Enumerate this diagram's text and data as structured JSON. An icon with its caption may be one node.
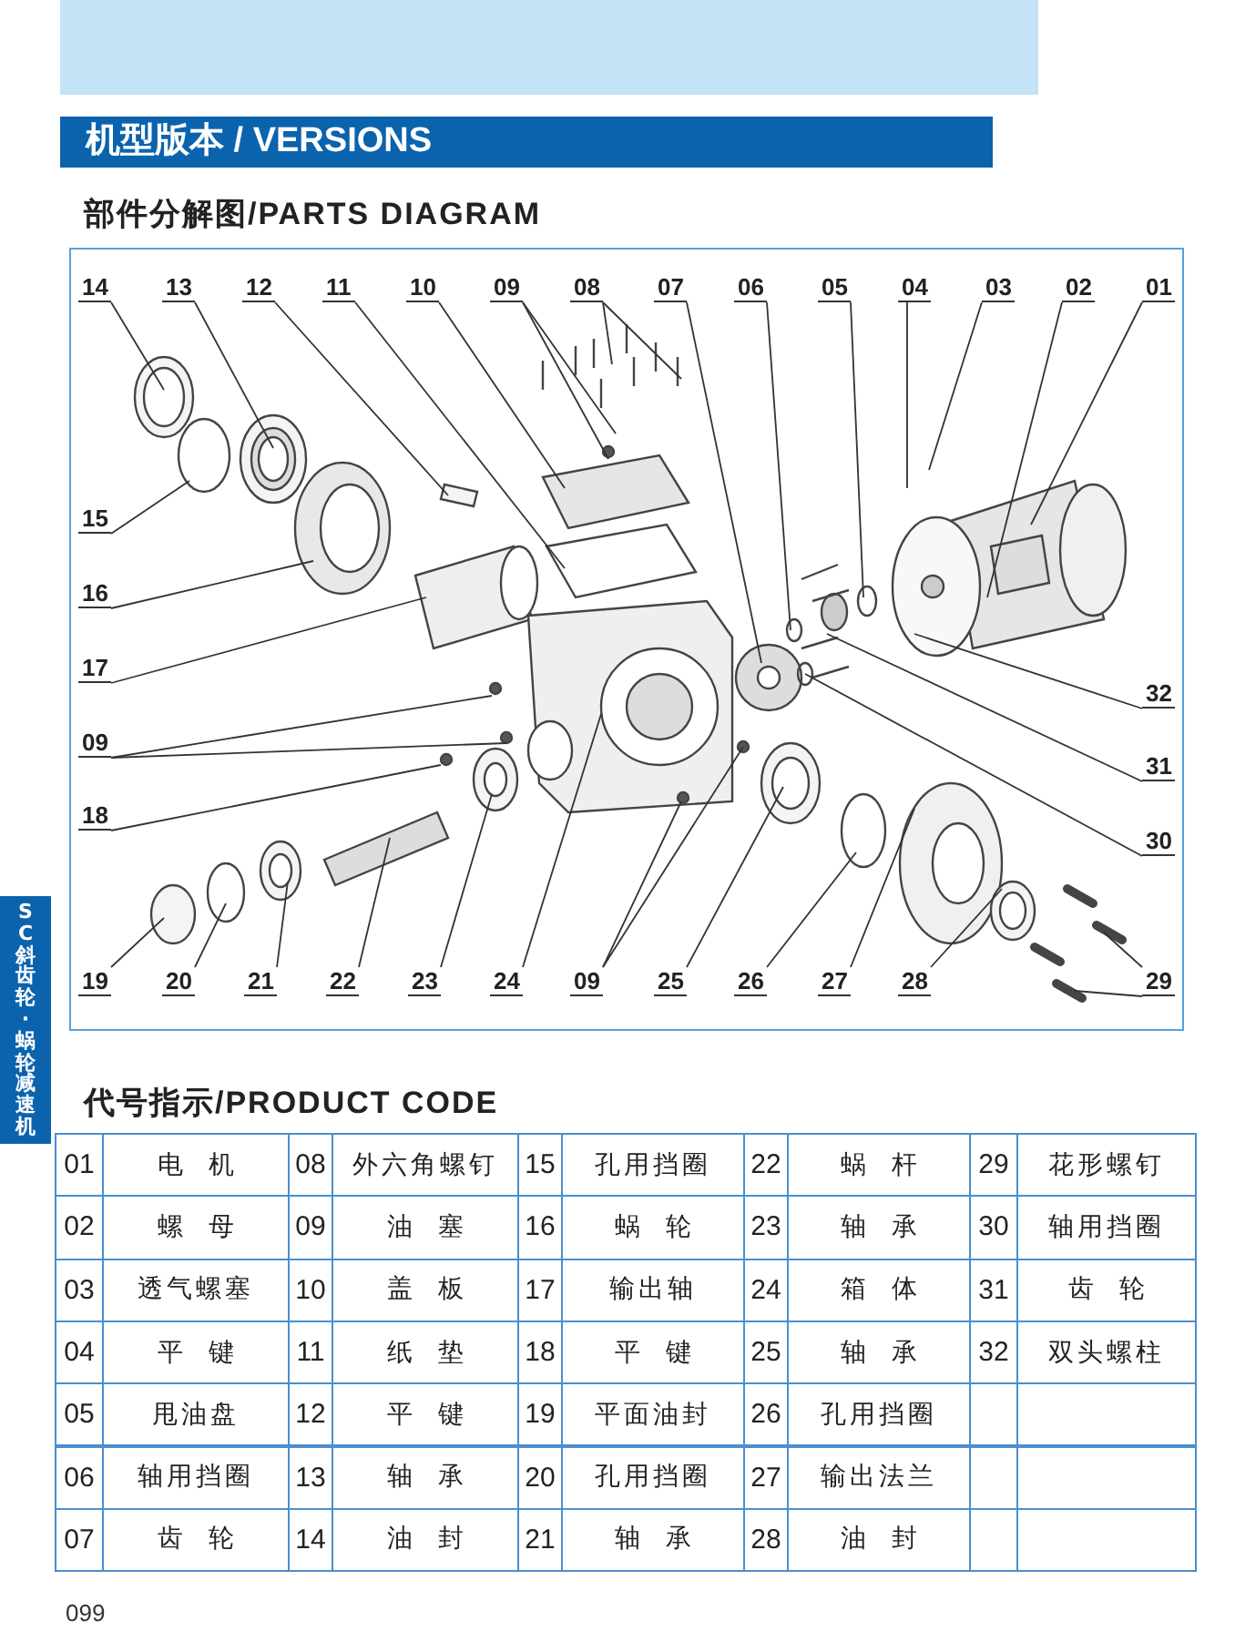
{
  "diagram": {
    "title": "机型版本 / VERSIONS",
    "nodes": [
      {
        "text": [
          "14"
        ]
      },
      {
        "text": [
          "13"
        ]
      },
      {
        "text": [
          "12"
        ]
      },
      {
        "text": [
          "11"
        ]
      },
      {
        "text": [
          "10"
        ]
      },
      {
        "text": [
          "09"
        ]
      },
      {
        "text": [
          "08"
        ]
      },
      {
        "text": [
          "07"
        ]
      },
      {
        "text": [
          "06"
        ]
      },
      {
        "text": [
          "05"
        ]
      },
      {
        "text": [
          "04"
        ]
      },
      {
        "text": [
          "03"
        ]
      },
      {
        "text": [
          "02"
        ]
      },
      {
        "text": [
          "01"
        ]
      },
      {
        "text": [
          "15"
        ]
      },
      {
        "text": [
          "16"
        ]
      },
      {
        "text": [
          "17"
        ]
      },
      {
        "text": [
          "09"
        ]
      },
      {
        "text": [
          "18"
        ]
      },
      {
        "text": [
          "32"
        ]
      },
      {
        "text": [
          "31"
        ]
      },
      {
        "text": [
          "30"
        ]
      },
      {
        "text": [
          "19"
        ]
      },
      {
        "text": [
          "20"
        ]
      },
      {
        "text": [
          "21"
        ]
      },
      {
        "text": [
          "22"
        ]
      },
      {
        "text": [
          "23"
        ]
      },
      {
        "text": [
          "24"
        ]
      },
      {
        "text": [
          "09"
        ]
      },
      {
        "text": [
          "25"
        ]
      },
      {
        "text": [
          "26"
        ]
      },
      {
        "text": [
          "27"
        ]
      },
      {
        "text": [
          "28"
        ]
      },
      {
        "text": [
          "29"
        ]
      }
    ],
    "edges": [
      {
        "from": 0,
        "to": null,
        "arrow": "none"
      },
      {
        "from": 1,
        "to": null,
        "arrow": "none"
      },
      {
        "from": 2,
        "to": null,
        "arrow": "none"
      },
      {
        "from": 3,
        "to": null,
        "arrow": "none"
      },
      {
        "from": 4,
        "to": null,
        "arrow": "none"
      },
      {
        "from": 5,
        "to": null,
        "arrow": "none"
      },
      {
        "from": 5,
        "to": null,
        "arrow": "none"
      },
      {
        "from": 6,
        "to": null,
        "arrow": "none"
      },
      {
        "from": 6,
        "to": null,
        "arrow": "none"
      },
      {
        "from": 7,
        "to": null,
        "arrow": "none"
      },
      {
        "from": 8,
        "to": null,
        "arrow": "none"
      },
      {
        "from": 9,
        "to": null,
        "arrow": "none"
      },
      {
        "from": 10,
        "to": null,
        "arrow": "none"
      },
      {
        "from": 11,
        "to": null,
        "arrow": "none"
      },
      {
        "from": 12,
        "to": null,
        "arrow": "none"
      },
      {
        "from": 13,
        "to": null,
        "arrow": "none"
      },
      {
        "from": 14,
        "to": null,
        "arrow": "none"
      },
      {
        "from": 15,
        "to": null,
        "arrow": "none"
      },
      {
        "from": 16,
        "to": null,
        "arrow": "none"
      },
      {
        "from": 17,
        "to": null,
        "arrow": "none"
      },
      {
        "from": 17,
        "to": null,
        "arrow": "none"
      },
      {
        "from": 18,
        "to": null,
        "arrow": "none"
      },
      {
        "from": 19,
        "to": null,
        "arrow": "none"
      },
      {
        "from": 20,
        "to": null,
        "arrow": "none"
      },
      {
        "from": 21,
        "to": null,
        "arrow": "none"
      },
      {
        "from": 22,
        "to": null,
        "arrow": "none"
      },
      {
        "from": 23,
        "to": null,
        "arrow": "none"
      },
      {
        "from": 24,
        "to": null,
        "arrow": "none"
      },
      {
        "from": 25,
        "to": null,
        "arrow": "none"
      },
      {
        "from": 26,
        "to": null,
        "arrow": "none"
      },
      {
        "from": 27,
        "to": null,
        "arrow": "none"
      },
      {
        "from": 28,
        "to": null,
        "arrow": "none"
      },
      {
        "from": 28,
        "to": null,
        "arrow": "none"
      },
      {
        "from": 29,
        "to": null,
        "arrow": "none"
      },
      {
        "from": 30,
        "to": null,
        "arrow": "none"
      },
      {
        "from": 31,
        "to": null,
        "arrow": "none"
      },
      {
        "from": 32,
        "to": null,
        "arrow": "none"
      },
      {
        "from": 33,
        "to": null,
        "arrow": "none"
      },
      {
        "from": 33,
        "to": null,
        "arrow": "none"
      }
    ],
    "labels": [
      "部件分解图/PARTS DIAGRAM",
      "代号指示/PRODUCT CODE",
      "01",
      "电机",
      "08",
      "外六角螺钉",
      "15",
      "孔用挡圈",
      "22",
      "蜗杆",
      "29",
      "花形螺钉",
      "02",
      "螺母",
      "09",
      "油塞",
      "16",
      "蜗轮",
      "23",
      "轴承",
      "30",
      "轴用挡圈",
      "03",
      "透气螺塞",
      "10",
      "盖板",
      "17",
      "输出轴",
      "24",
      "箱体",
      "31",
      "齿轮",
      "04",
      "平键",
      "11",
      "纸垫",
      "18",
      "平键",
      "25",
      "轴承",
      "32",
      "双头螺柱",
      "05",
      "甩油盘",
      "12",
      "平键",
      "19",
      "平面油封",
      "26",
      "孔用挡圈",
      "06",
      "轴用挡圈",
      "13",
      "轴承",
      "20",
      "孔用挡圈",
      "27",
      "输出法兰",
      "07",
      "齿轮",
      "14",
      "油封",
      "21",
      "轴承",
      "28",
      "油封",
      "SC斜齿轮·蜗轮减速机",
      "099"
    ]
  }
}
